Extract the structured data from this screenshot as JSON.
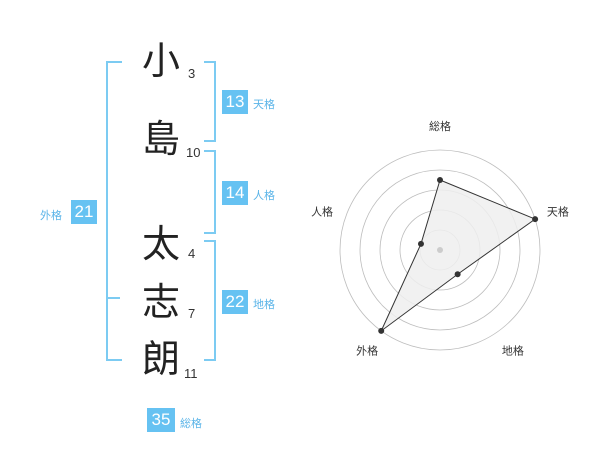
{
  "name_chars": [
    {
      "char": "小",
      "strokes": "3"
    },
    {
      "char": "島",
      "strokes": "10"
    },
    {
      "char": "太",
      "strokes": "4"
    },
    {
      "char": "志",
      "strokes": "7"
    },
    {
      "char": "朗",
      "strokes": "11"
    }
  ],
  "fortunes": {
    "tenkaku": {
      "value": "13",
      "label": "天格"
    },
    "jinkaku": {
      "value": "14",
      "label": "人格"
    },
    "chikaku": {
      "value": "22",
      "label": "地格"
    },
    "gaikaku": {
      "value": "21",
      "label": "外格"
    },
    "soukaku": {
      "value": "35",
      "label": "総格"
    }
  },
  "radar": {
    "axes": [
      {
        "label": "総格",
        "level": 0.7
      },
      {
        "label": "天格",
        "level": 1.0
      },
      {
        "label": "地格",
        "level": 0.3
      },
      {
        "label": "外格",
        "level": 1.0
      },
      {
        "label": "人格",
        "level": 0.2
      }
    ],
    "rings": 5,
    "colors": {
      "ring": "#bdbdbd",
      "fill": "#eeeeee",
      "line": "#333333",
      "point": "#333333",
      "center": "#cccccc"
    }
  }
}
